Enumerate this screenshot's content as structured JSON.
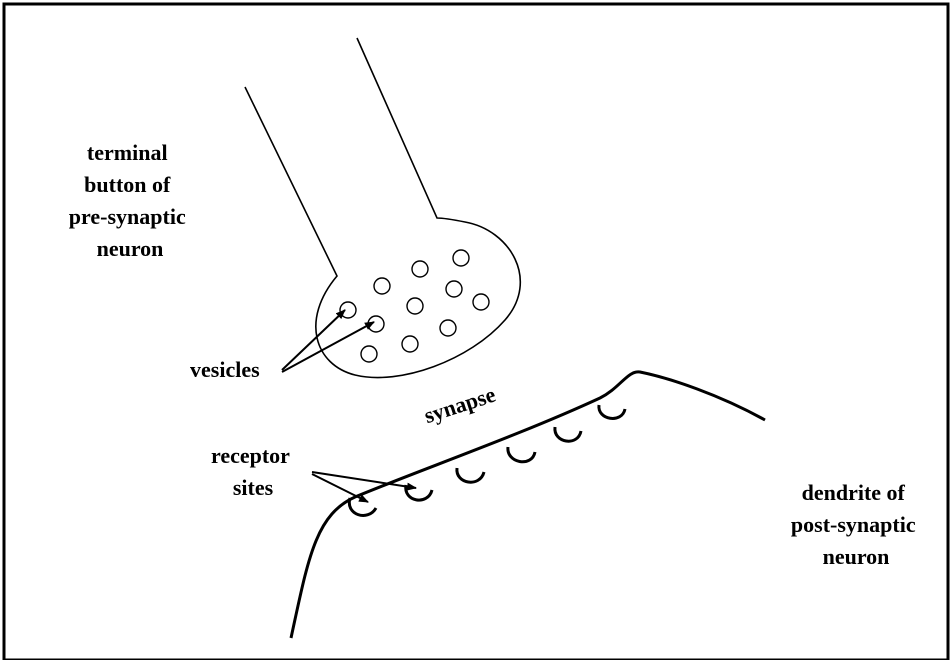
{
  "labels": {
    "terminal": [
      "terminal",
      "button of",
      "pre-synaptic",
      "neuron"
    ],
    "vesicles": "vesicles",
    "synapse": "synapse",
    "receptor": [
      "receptor",
      "sites"
    ],
    "dendrite": [
      "dendrite of",
      "post-synaptic",
      "neuron"
    ]
  },
  "colors": {
    "line": "#000000",
    "background": "#ffffff"
  }
}
